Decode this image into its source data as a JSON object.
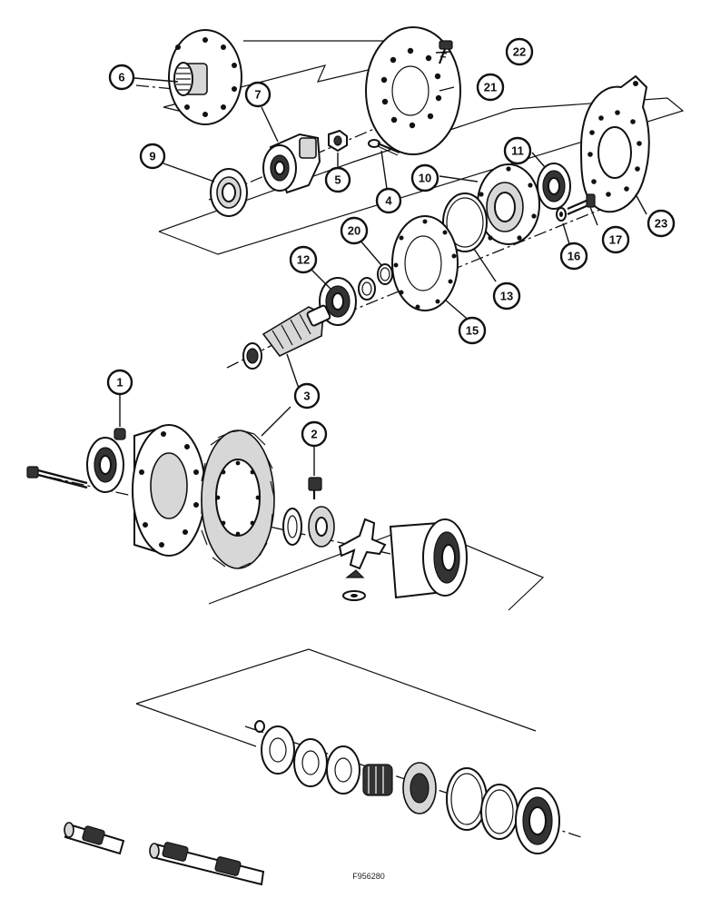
{
  "diagram": {
    "figure_code": "F956280",
    "callouts": [
      {
        "id": "1",
        "label": "1"
      },
      {
        "id": "2",
        "label": "2"
      },
      {
        "id": "3",
        "label": "3"
      },
      {
        "id": "4",
        "label": "4"
      },
      {
        "id": "5",
        "label": "5"
      },
      {
        "id": "6",
        "label": "6"
      },
      {
        "id": "7",
        "label": "7"
      },
      {
        "id": "9",
        "label": "9"
      },
      {
        "id": "10",
        "label": "10"
      },
      {
        "id": "11",
        "label": "11"
      },
      {
        "id": "12",
        "label": "12"
      },
      {
        "id": "13",
        "label": "13"
      },
      {
        "id": "15",
        "label": "15"
      },
      {
        "id": "16",
        "label": "16"
      },
      {
        "id": "17",
        "label": "17"
      },
      {
        "id": "20",
        "label": "20"
      },
      {
        "id": "21",
        "label": "21"
      },
      {
        "id": "22",
        "label": "22"
      },
      {
        "id": "23",
        "label": "23"
      }
    ]
  }
}
